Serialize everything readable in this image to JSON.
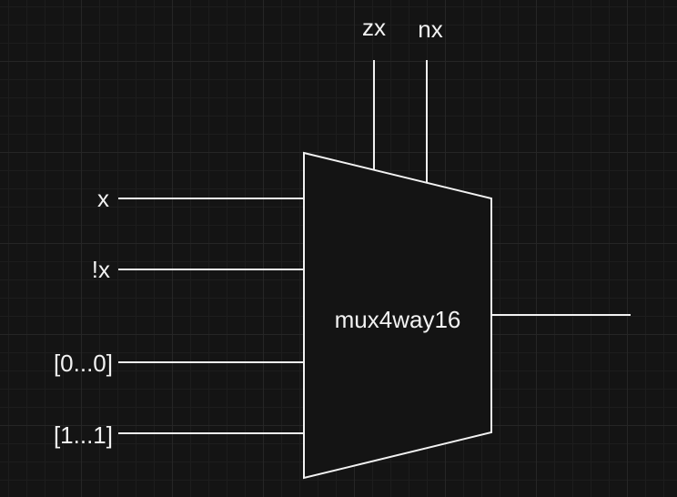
{
  "diagram": {
    "block_label": "mux4way16",
    "select_inputs": [
      {
        "label": "zx"
      },
      {
        "label": "nx"
      }
    ],
    "data_inputs": [
      {
        "label": "x"
      },
      {
        "label": "!x"
      },
      {
        "label": "[0...0]"
      },
      {
        "label": "[1...1]"
      }
    ],
    "colors": {
      "background": "#141414",
      "stroke": "#f2f2f2"
    }
  }
}
